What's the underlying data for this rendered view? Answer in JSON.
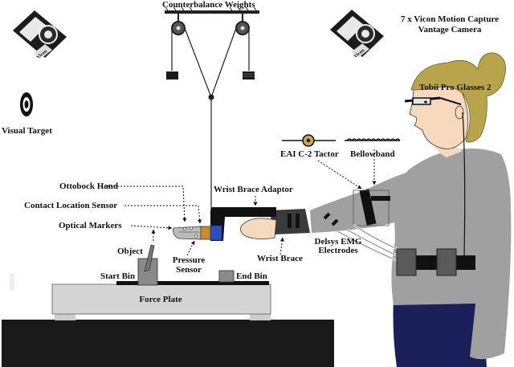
{
  "labels": {
    "counterbalance_weights": "Counterbalance Weights",
    "vicon_line1": "7 x Vicon Motion Capture",
    "vicon_line2": "Vantage Camera",
    "camera_badge": "Vicon",
    "visual_target": "Visual Target",
    "tobii": "Tobii Pro Glasses 2",
    "eai_tactor": "EAI C-2 Tactor",
    "bellowband": "Bellowband",
    "wrist_brace_adaptor": "Wrist Brace Adaptor",
    "ottobock_hand": "Ottobock Hand",
    "contact_location_sensor": "Contact Location Sensor",
    "optical_markers": "Optical Markers",
    "object": "Object",
    "pressure_line1": "Pressure",
    "pressure_line2": "Sensor",
    "delsys_line1": "Delsys EMG",
    "delsys_line2": "Electrodes",
    "wrist_brace": "Wrist Brace",
    "start_bin": "Start Bin",
    "end_bin": "End Bin",
    "force_plate": "Force Plate"
  },
  "colors": {
    "table_top": "#1a1a1a",
    "force_plate": "#d4d4d4",
    "sweater": "#a0a0a0",
    "hair": "#b8a44a",
    "skin": "#f6d9bd",
    "pants": "#1b1f5a",
    "camera_body": "#1c1c1c",
    "hand_blue": "#2b4fbf",
    "hand_gold": "#c98a2b"
  }
}
